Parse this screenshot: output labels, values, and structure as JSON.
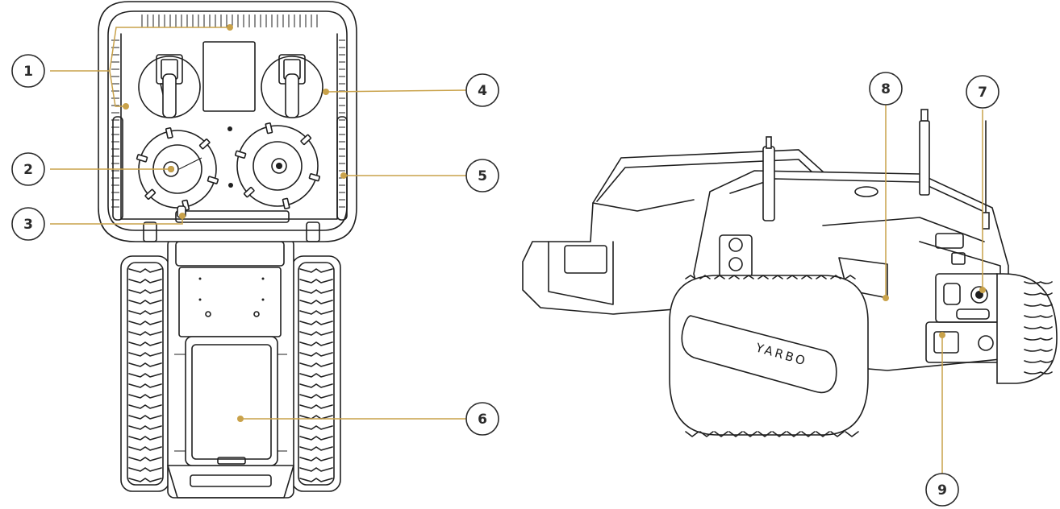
{
  "brand_text": "YARBO",
  "colors": {
    "leader": "#c9a24a",
    "ink": "#1f1f1f",
    "callout_stroke": "#2b2b2b"
  },
  "callouts": [
    {
      "number": "1"
    },
    {
      "number": "2"
    },
    {
      "number": "3"
    },
    {
      "number": "4"
    },
    {
      "number": "5"
    },
    {
      "number": "6"
    },
    {
      "number": "7"
    },
    {
      "number": "8"
    },
    {
      "number": "9"
    }
  ]
}
